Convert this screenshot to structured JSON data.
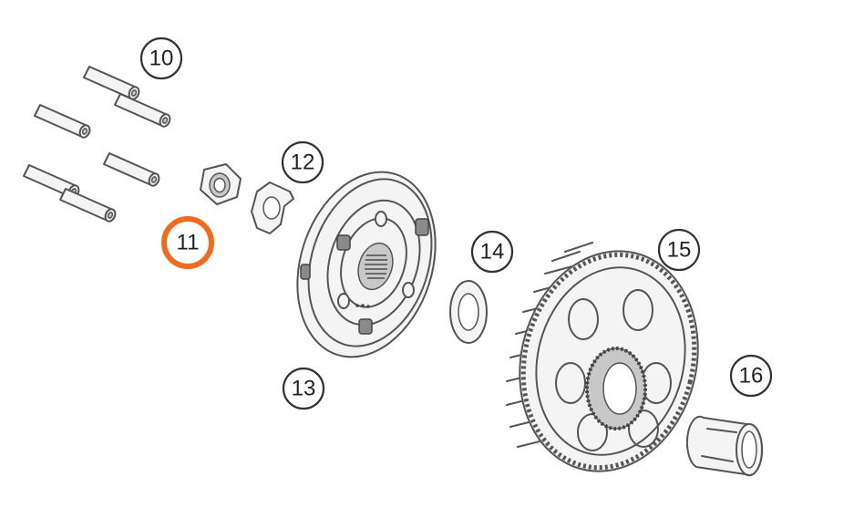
{
  "callouts": [
    {
      "id": "10",
      "label": "10",
      "highlighted": false
    },
    {
      "id": "11",
      "label": "11",
      "highlighted": true
    },
    {
      "id": "12",
      "label": "12",
      "highlighted": false
    },
    {
      "id": "13",
      "label": "13",
      "highlighted": false
    },
    {
      "id": "14",
      "label": "14",
      "highlighted": false
    },
    {
      "id": "15",
      "label": "15",
      "highlighted": false
    },
    {
      "id": "16",
      "label": "16",
      "highlighted": false
    }
  ],
  "colors": {
    "highlight": "#F26B1D",
    "callout_stroke": "#333333",
    "part_stroke": "#555555"
  }
}
